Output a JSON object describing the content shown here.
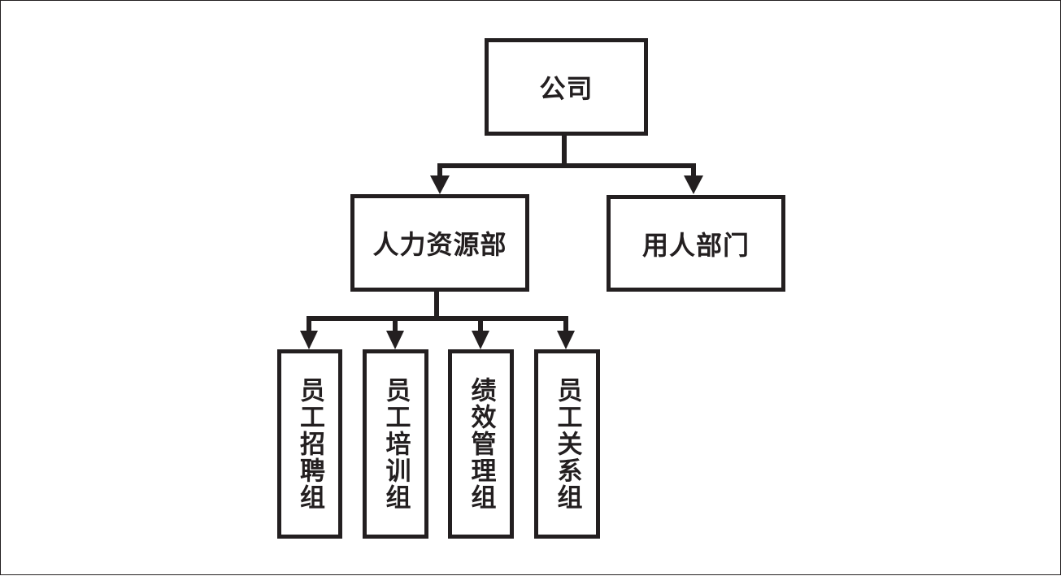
{
  "diagram": {
    "root": {
      "label": "公司"
    },
    "level1": [
      {
        "label": "人力资源部"
      },
      {
        "label": "用人部门"
      }
    ],
    "hr_groups": [
      {
        "label": "员工招聘组"
      },
      {
        "label": "员工培训组"
      },
      {
        "label": "绩效管理组"
      },
      {
        "label": "员工关系组"
      }
    ],
    "edges": [
      {
        "from": "公司",
        "to": "人力资源部"
      },
      {
        "from": "公司",
        "to": "用人部门"
      },
      {
        "from": "人力资源部",
        "to": "员工招聘组"
      },
      {
        "from": "人力资源部",
        "to": "员工培训组"
      },
      {
        "from": "人力资源部",
        "to": "绩效管理组"
      },
      {
        "from": "人力资源部",
        "to": "员工关系组"
      }
    ],
    "colors": {
      "line": "#231f20",
      "fill": "#ffffff",
      "text": "#231f20"
    }
  }
}
